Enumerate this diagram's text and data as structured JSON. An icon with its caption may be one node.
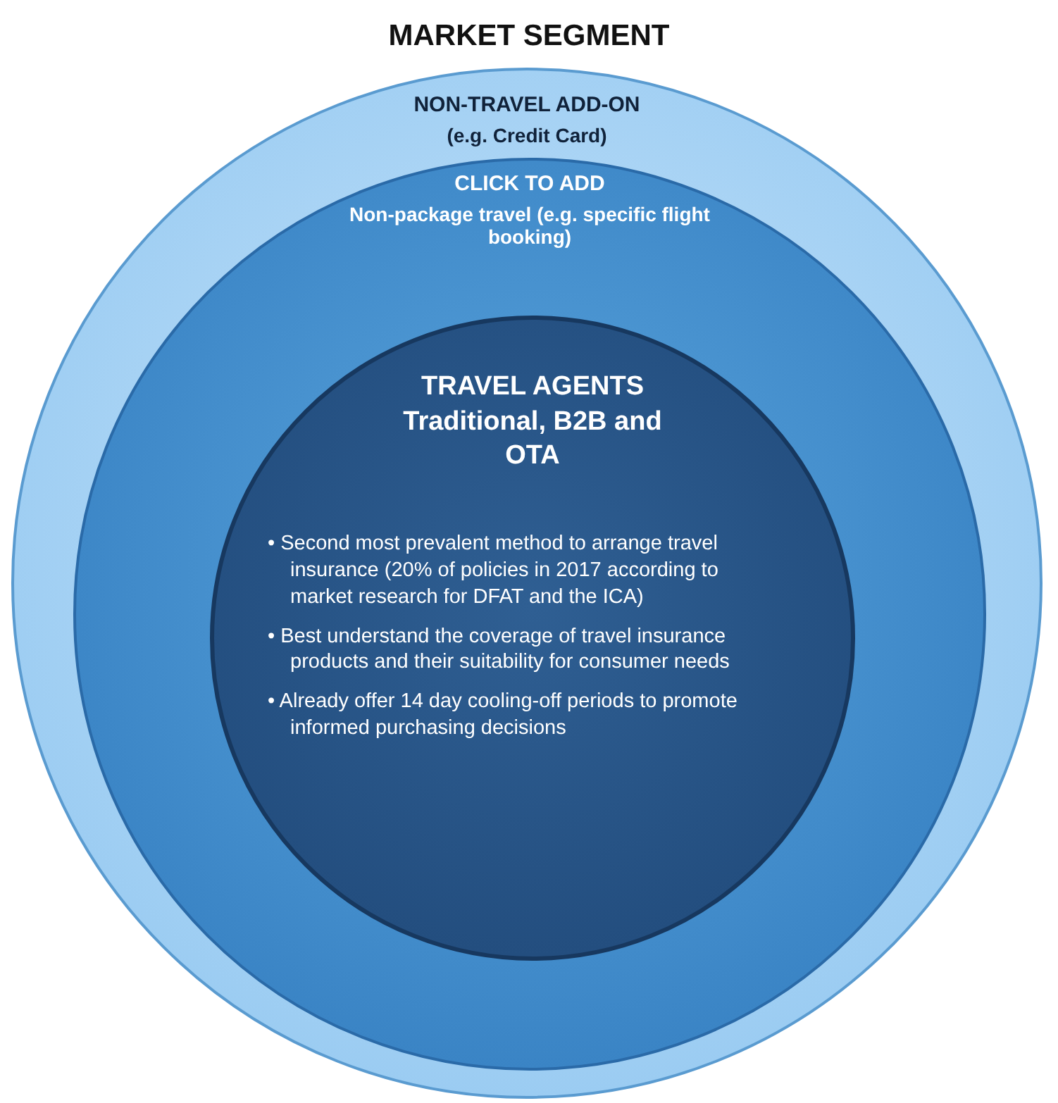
{
  "diagram": {
    "title": "MARKET SEGMENT",
    "nodes": [
      {
        "text": [
          "NON-TRAVEL ADD-ON",
          "(e.g. Credit Card)"
        ]
      },
      {
        "text": [
          "CLICK TO ADD",
          "Non-package travel (e.g. specific flight booking)"
        ],
        "in": 0
      },
      {
        "text": [
          "TRAVEL AGENTS Traditional, B2B and OTA",
          "• Second most prevalent method to arrange travel insurance (20% of policies in 2017 according to market research for DFAT and the ICA)",
          "• Best understand the coverage of travel insurance products and their suitability for consumer needs",
          "• Already offer 14 day cooling-off periods to promote informed purchasing decisions"
        ],
        "in": 1
      }
    ]
  }
}
